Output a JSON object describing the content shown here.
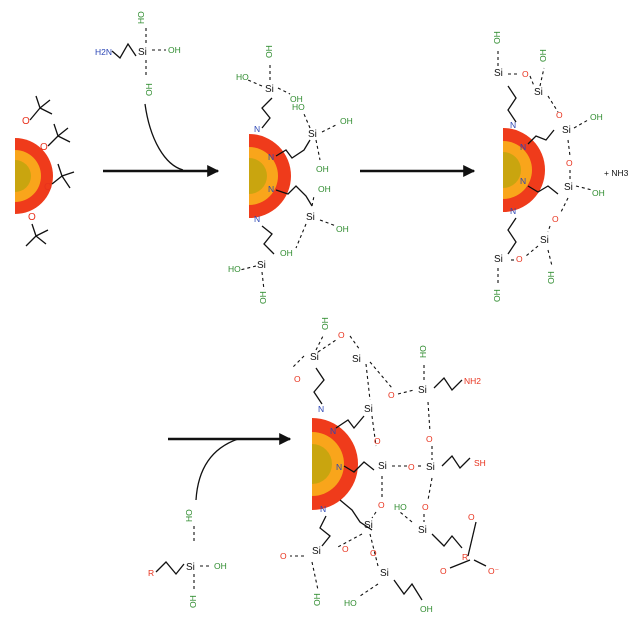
{
  "colors": {
    "core_outer": "#ef3b1b",
    "core_mid": "#f9a51b",
    "core_inner": "#c9a50f",
    "oxygen": "#e8321d",
    "hydroxyl": "#2f8c2f",
    "amine": "#2b46b5",
    "silicon": "#111111",
    "functional": "#e8321d"
  },
  "icons": [
    "nanoparticle-core-icon",
    "reaction-arrow-icon",
    "silane-reagent-icon"
  ],
  "labels": {
    "oh": "OH",
    "ho": "HO",
    "o": "O",
    "si": "Si",
    "n": "N",
    "h2n": "H2N",
    "nh2": "NH2",
    "sh": "SH",
    "r": "R",
    "o_minus": "O⁻",
    "byproduct": "+ NH3"
  }
}
